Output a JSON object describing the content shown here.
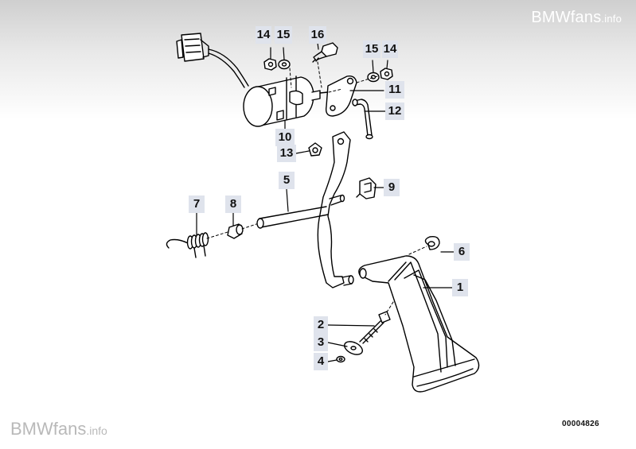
{
  "watermark": {
    "brand": "BMWfans",
    "suffix": ".info"
  },
  "reference_code": "00004826",
  "callouts": [
    {
      "id": "c14a",
      "label": "14"
    },
    {
      "id": "c15a",
      "label": "15"
    },
    {
      "id": "c16",
      "label": "16"
    },
    {
      "id": "c15b",
      "label": "15"
    },
    {
      "id": "c14b",
      "label": "14"
    },
    {
      "id": "c11",
      "label": "11"
    },
    {
      "id": "c12",
      "label": "12"
    },
    {
      "id": "c10",
      "label": "10"
    },
    {
      "id": "c13",
      "label": "13"
    },
    {
      "id": "c5",
      "label": "5"
    },
    {
      "id": "c9",
      "label": "9"
    },
    {
      "id": "c7",
      "label": "7"
    },
    {
      "id": "c8",
      "label": "8"
    },
    {
      "id": "c6",
      "label": "6"
    },
    {
      "id": "c1",
      "label": "1"
    },
    {
      "id": "c2",
      "label": "2"
    },
    {
      "id": "c3",
      "label": "3"
    },
    {
      "id": "c4",
      "label": "4"
    }
  ]
}
